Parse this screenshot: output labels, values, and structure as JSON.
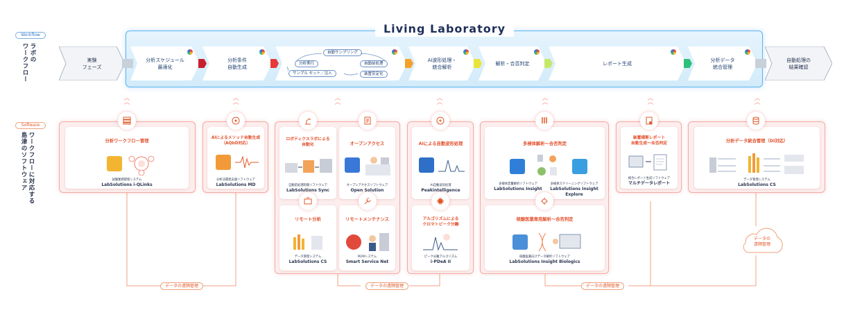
{
  "tags": {
    "workflow": "Workflow",
    "software": "Software"
  },
  "side": {
    "workflow_label": "ラボの\nワークフロー",
    "software_label": "ワークフローに対応する\n島津のソフトウェア"
  },
  "title": "Living Laboratory",
  "workflow": {
    "start": "実験\nフェーズ",
    "steps": [
      "分析スケジュール\n最適化",
      "分析条件\n自動生成",
      "",
      "AI波形処理・\n統合解析",
      "解析・合否判定",
      "レポート生成",
      "分析データ\n統合管理"
    ],
    "end": "自動処理の\n結果確認",
    "sub_chips": [
      "自動サンプリング",
      "分析実行",
      "自動前処理",
      "サンプル セット／注入",
      "装置安定化"
    ]
  },
  "software": {
    "workflow_mgmt": {
      "caption": "分析ワークフロー管理",
      "small": "試験業務管理システム",
      "name": "LabSolutions i-QLinks"
    },
    "ai_method": {
      "caption": "AIによるメソッド自動生成\n（AQbD対応）",
      "small": "分析法開発支援ソフトウェア",
      "name": "LabSolutions MD"
    },
    "robotic": {
      "caption": "ロボティクスラボによる\n自動化",
      "small": "自動前処理制御ソフトウェア",
      "name": "LabSolutions Sync"
    },
    "open": {
      "caption": "オープンアクセス",
      "small": "オープンアクセスソフトウェア",
      "name": "Open Solution"
    },
    "remote_analysis": {
      "caption": "リモート分析",
      "small": "データ管理システム",
      "name": "LabSolutions CS"
    },
    "remote_maint": {
      "caption": "リモートメンテナンス",
      "small": "M2Mシステム",
      "name": "Smart Service Net"
    },
    "ai_peak": {
      "caption": "AIによる自動波形処理",
      "small": "AI自動波形処理",
      "name": "Peakintelligence"
    },
    "algorithm": {
      "caption": "アルゴリズムによる\nクロマトピーク分離",
      "small": "ピーク分離アルゴリズム",
      "name": "i-PDeA II"
    },
    "multi": {
      "caption": "多検体解析〜合否判定",
      "p1_small": "多検体定量解析ソフトウェア",
      "p1_name": "LabSolutions Insight",
      "p2_small": "多検体スクリーニングソフトウェア",
      "p2_name": "LabSolutions Insight Explore"
    },
    "bio": {
      "caption": "核酸医薬専用解析〜合否判定",
      "small": "核酸医薬向けデータ解析ソフトウェア",
      "name": "LabSolutions Insight Biologics"
    },
    "report": {
      "caption": "装置横断レポート\n自動生成〜合否判定",
      "small": "統合レポート生成ソフトウェア",
      "name": "マルチデータレポート"
    },
    "data_mgmt": {
      "caption": "分析データ統合管理（DI対応）",
      "small": "データ管理システム",
      "name": "LabSolutions CS"
    }
  },
  "links": {
    "remote_label": "データの遠隔管理",
    "cloud_label": "データの\n遠隔管理"
  },
  "colors": {
    "accent_blue": "#5bb4ef",
    "accent_orange": "#e05a2a",
    "box_pink": "#fdeeee",
    "separators": [
      "#c8d0da",
      "#c81f2d",
      "#e63a3a",
      "#f3a12a",
      "#e9e43a",
      "#c6e86a",
      "#2fbf7a",
      "#c8d0da"
    ]
  }
}
